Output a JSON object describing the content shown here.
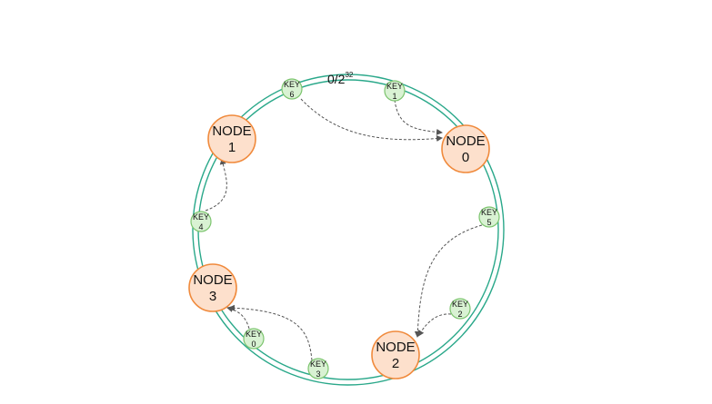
{
  "ring": {
    "origin_label": "0/2",
    "origin_exponent": "32",
    "color": "#2aa88a"
  },
  "nodes": [
    {
      "id": "node-0",
      "line1": "NODE",
      "line2": "0"
    },
    {
      "id": "node-1",
      "line1": "NODE",
      "line2": "1"
    },
    {
      "id": "node-2",
      "line1": "NODE",
      "line2": "2"
    },
    {
      "id": "node-3",
      "line1": "NODE",
      "line2": "3"
    }
  ],
  "keys": [
    {
      "id": "key-0",
      "line1": "KEY",
      "line2": "0"
    },
    {
      "id": "key-1",
      "line1": "KEY",
      "line2": "1"
    },
    {
      "id": "key-2",
      "line1": "KEY",
      "line2": "2"
    },
    {
      "id": "key-3",
      "line1": "KEY",
      "line2": "3"
    },
    {
      "id": "key-4",
      "line1": "KEY",
      "line2": "4"
    },
    {
      "id": "key-5",
      "line1": "KEY",
      "line2": "5"
    },
    {
      "id": "key-6",
      "line1": "KEY",
      "line2": "6"
    }
  ],
  "colors": {
    "node_fill": "#fde0cc",
    "node_stroke": "#f08a3c",
    "key_fill": "#d9f2d3",
    "key_stroke": "#7cc46e",
    "arrow": "#555555"
  }
}
